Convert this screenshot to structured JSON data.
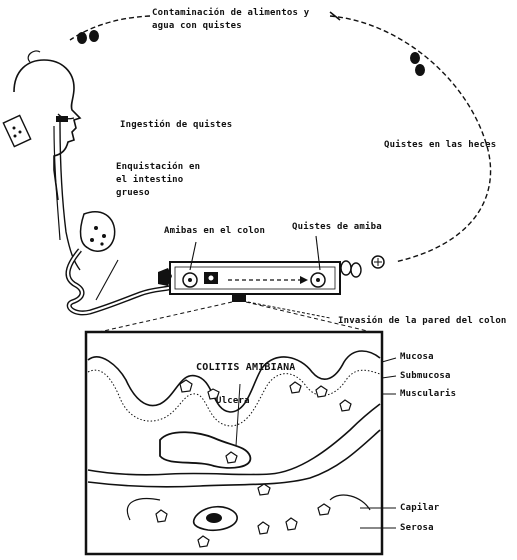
{
  "labels": {
    "contamination_line1": "Contaminación de alimentos y",
    "contamination_line2": "agua con quistes",
    "ingestion": "Ingestión de quistes",
    "enquistation_line1": "Enquistación en",
    "enquistation_line2": "el intestino",
    "enquistation_line3": "grueso",
    "amebas_colon": "Amibas en el colon",
    "quistes_ameba": "Quistes de amiba",
    "quistes_heces": "Quistes en las heces",
    "invasion": "Invasión de la pared del colon",
    "colitis_title": "COLITIS AMIBIANA",
    "ulcera": "Ulcera",
    "mucosa": "Mucosa",
    "submucosa": "Submucosa",
    "muscularis": "Muscularis",
    "capilar": "Capilar",
    "serosa": "Serosa"
  },
  "colors": {
    "ink": "#111111",
    "paper": "#ffffff"
  }
}
